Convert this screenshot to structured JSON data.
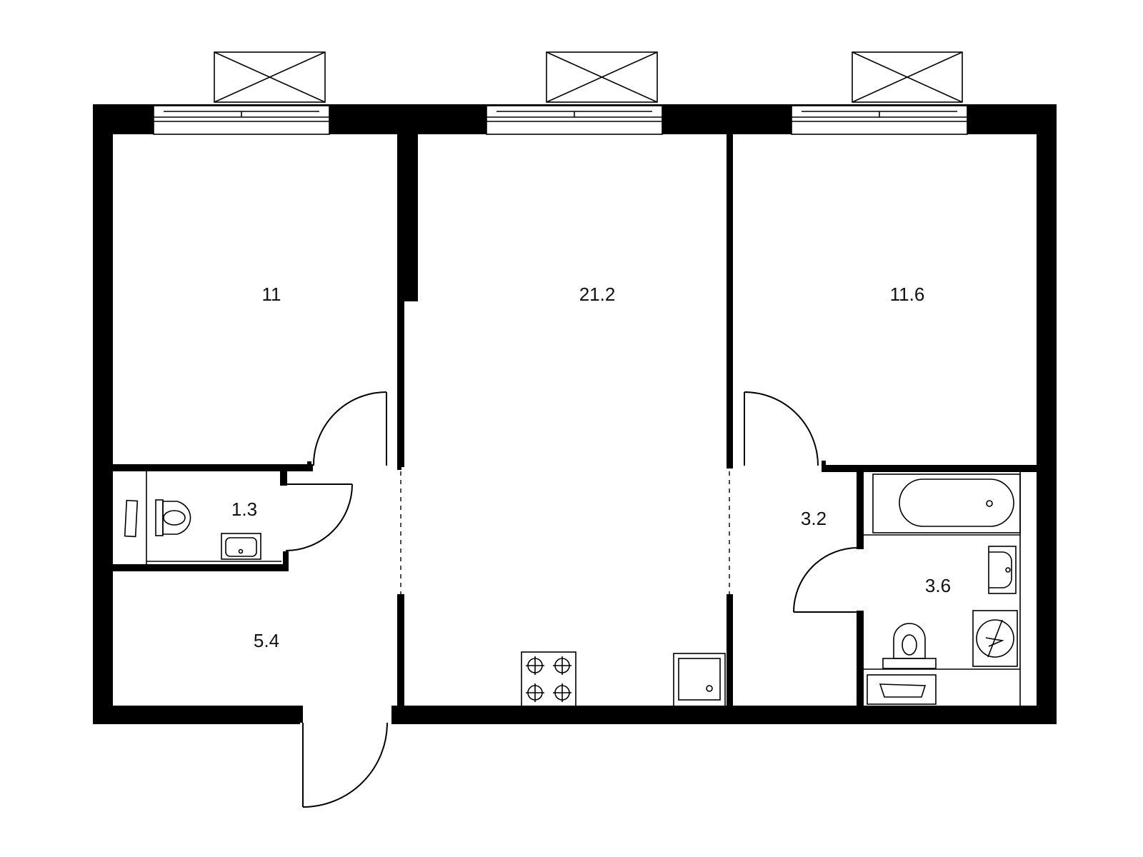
{
  "rooms": [
    {
      "id": "bedroom-left",
      "area": "11"
    },
    {
      "id": "kitchen-living",
      "area": "21.2"
    },
    {
      "id": "bedroom-right",
      "area": "11.6"
    },
    {
      "id": "toilet",
      "area": "1.3"
    },
    {
      "id": "hall",
      "area": "5.4"
    },
    {
      "id": "corridor",
      "area": "3.2"
    },
    {
      "id": "bathroom",
      "area": "3.6"
    }
  ],
  "colors": {
    "wall": "#000000",
    "line": "#000000",
    "background": "#ffffff"
  }
}
